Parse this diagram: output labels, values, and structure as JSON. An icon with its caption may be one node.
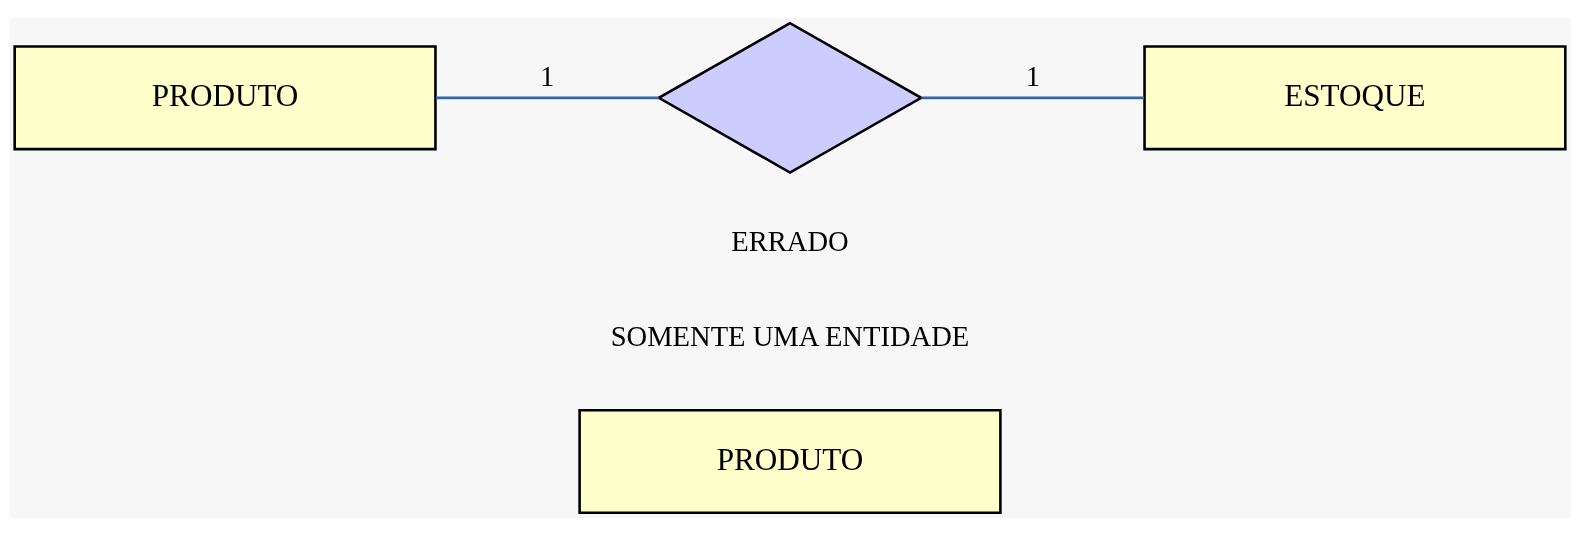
{
  "diagram": {
    "nodes": [
      {
        "text": [
          "PRODUTO"
        ]
      },
      {
        "text": [],
        "shape": "diamond"
      },
      {
        "text": [
          "ESTOQUE"
        ]
      },
      {
        "text": [
          "PRODUTO"
        ]
      }
    ],
    "edges": [
      {
        "from": 0,
        "to": 1,
        "arrow": "none",
        "label": "1"
      },
      {
        "from": 1,
        "to": 2,
        "arrow": "none",
        "label": "1"
      }
    ],
    "labels": [
      "ERRADO",
      "SOMENTE UMA ENTIDADE"
    ]
  }
}
